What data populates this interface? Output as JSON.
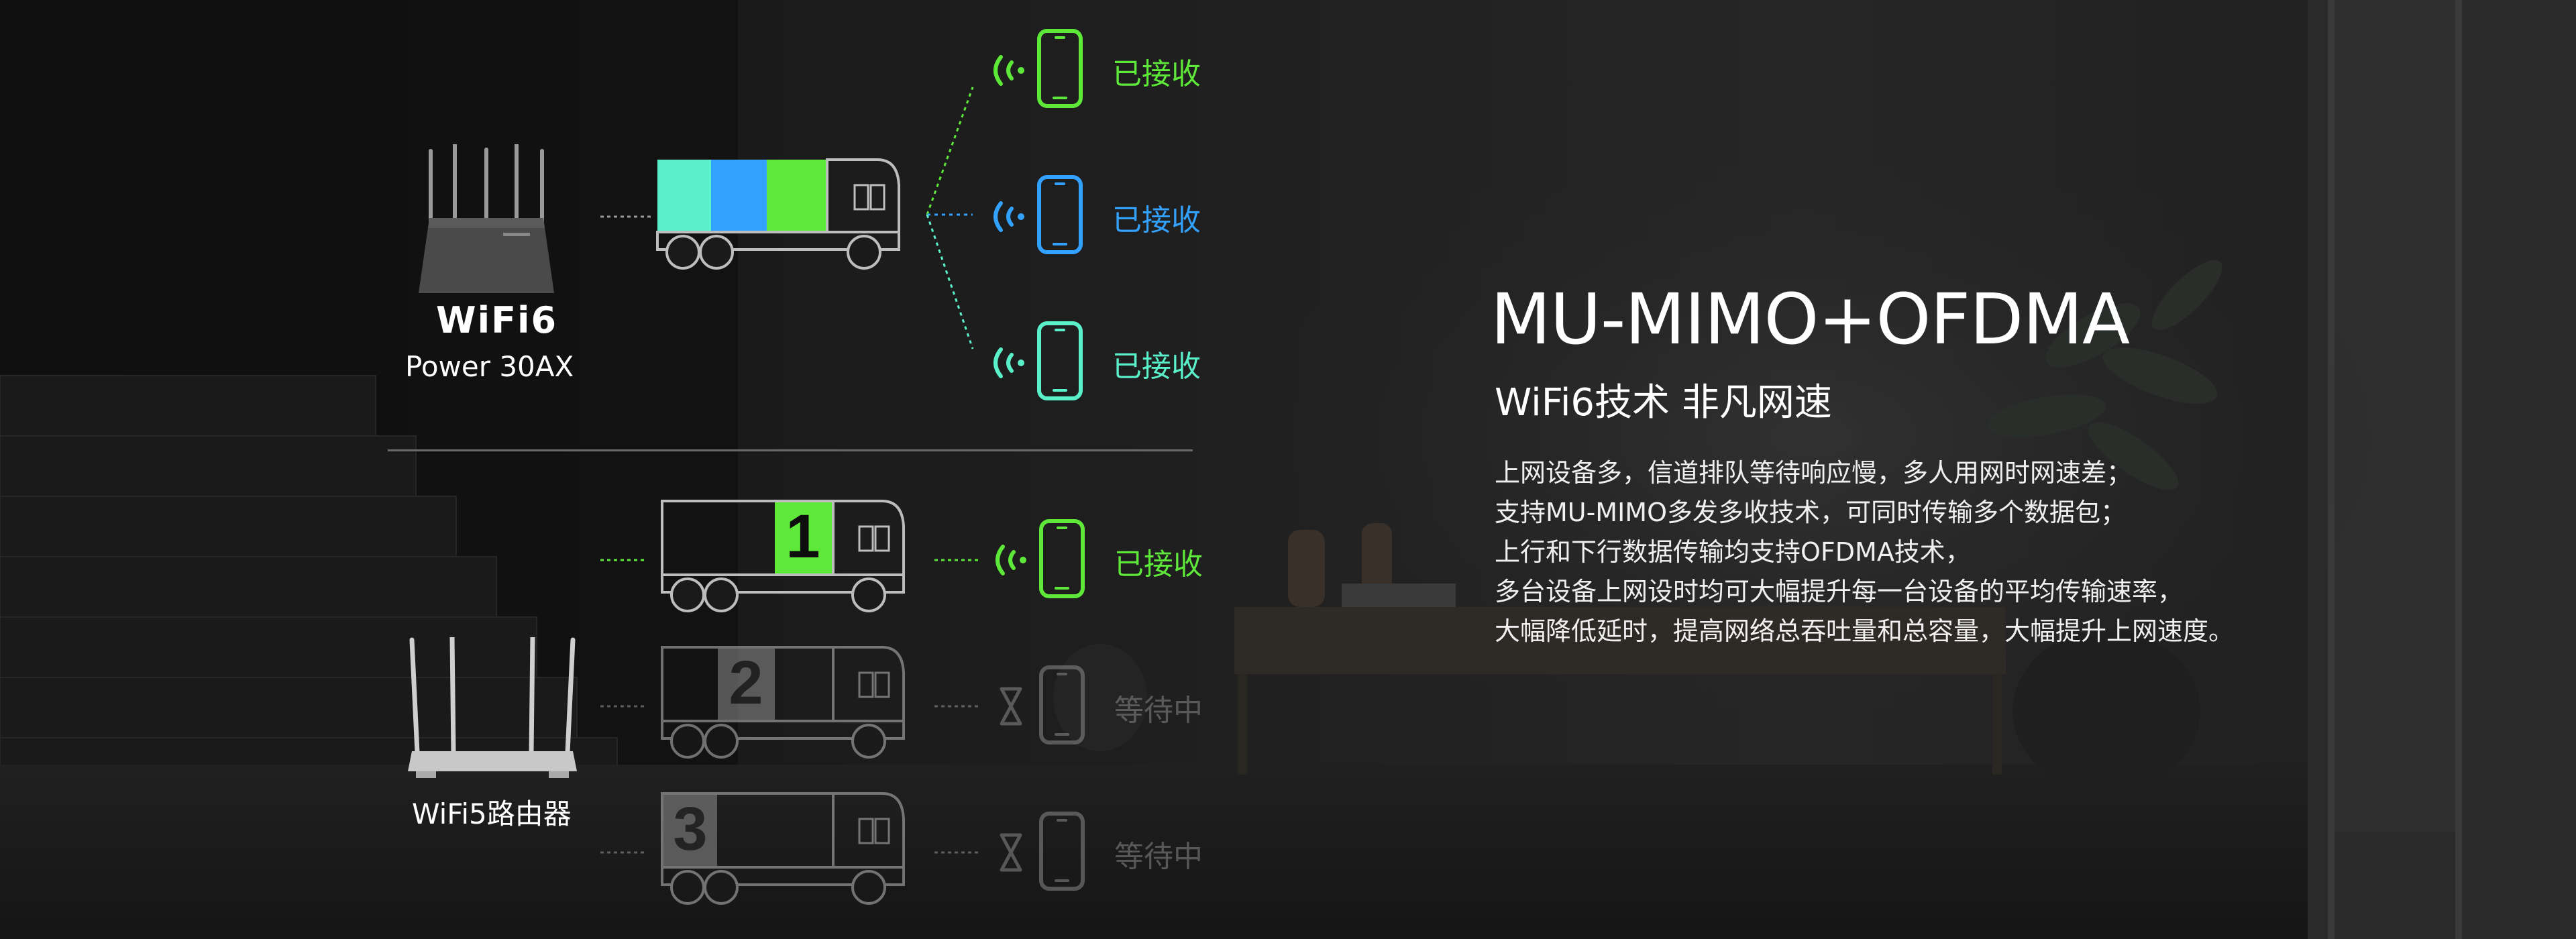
{
  "colors": {
    "teal": "#5af0c9",
    "blue": "#33a2ff",
    "green": "#5ee83a",
    "gray": "#8a8a8a",
    "divider": "#6a6a6a"
  },
  "wifi6_router": {
    "brand_label": "WiFi6",
    "model_label": "Power 30AX",
    "icon": "wifi6-router-icon",
    "truck_cargo_colors": [
      "#5af0c9",
      "#33a2ff",
      "#5ee83a"
    ],
    "devices": [
      {
        "status": "已接收",
        "color": "#5ee83a",
        "icon": "phone-icon"
      },
      {
        "status": "已接收",
        "color": "#33a2ff",
        "icon": "phone-icon"
      },
      {
        "status": "已接收",
        "color": "#5af0c9",
        "icon": "phone-icon"
      }
    ]
  },
  "wifi5_router": {
    "name_label": "WiFi5路由器",
    "icon": "wifi5-router-icon",
    "queue": [
      {
        "number": "1",
        "status": "已接收",
        "state": "received"
      },
      {
        "number": "2",
        "status": "等待中",
        "state": "waiting"
      },
      {
        "number": "3",
        "status": "等待中",
        "state": "waiting"
      }
    ]
  },
  "hero": {
    "title": "MU-MIMO+OFDMA",
    "subtitle": "WiFi6技术 非凡网速",
    "description": [
      "上网设备多，信道排队等待响应慢，多人用网时网速差；",
      "支持MU-MIMO多发多收技术，可同时传输多个数据包；",
      "上行和下行数据传输均支持OFDMA技术，",
      "多台设备上网设时均可大幅提升每一台设备的平均传输速率，",
      "大幅降低延时，提高网络总吞吐量和总容量，大幅提升上网速度。"
    ]
  }
}
